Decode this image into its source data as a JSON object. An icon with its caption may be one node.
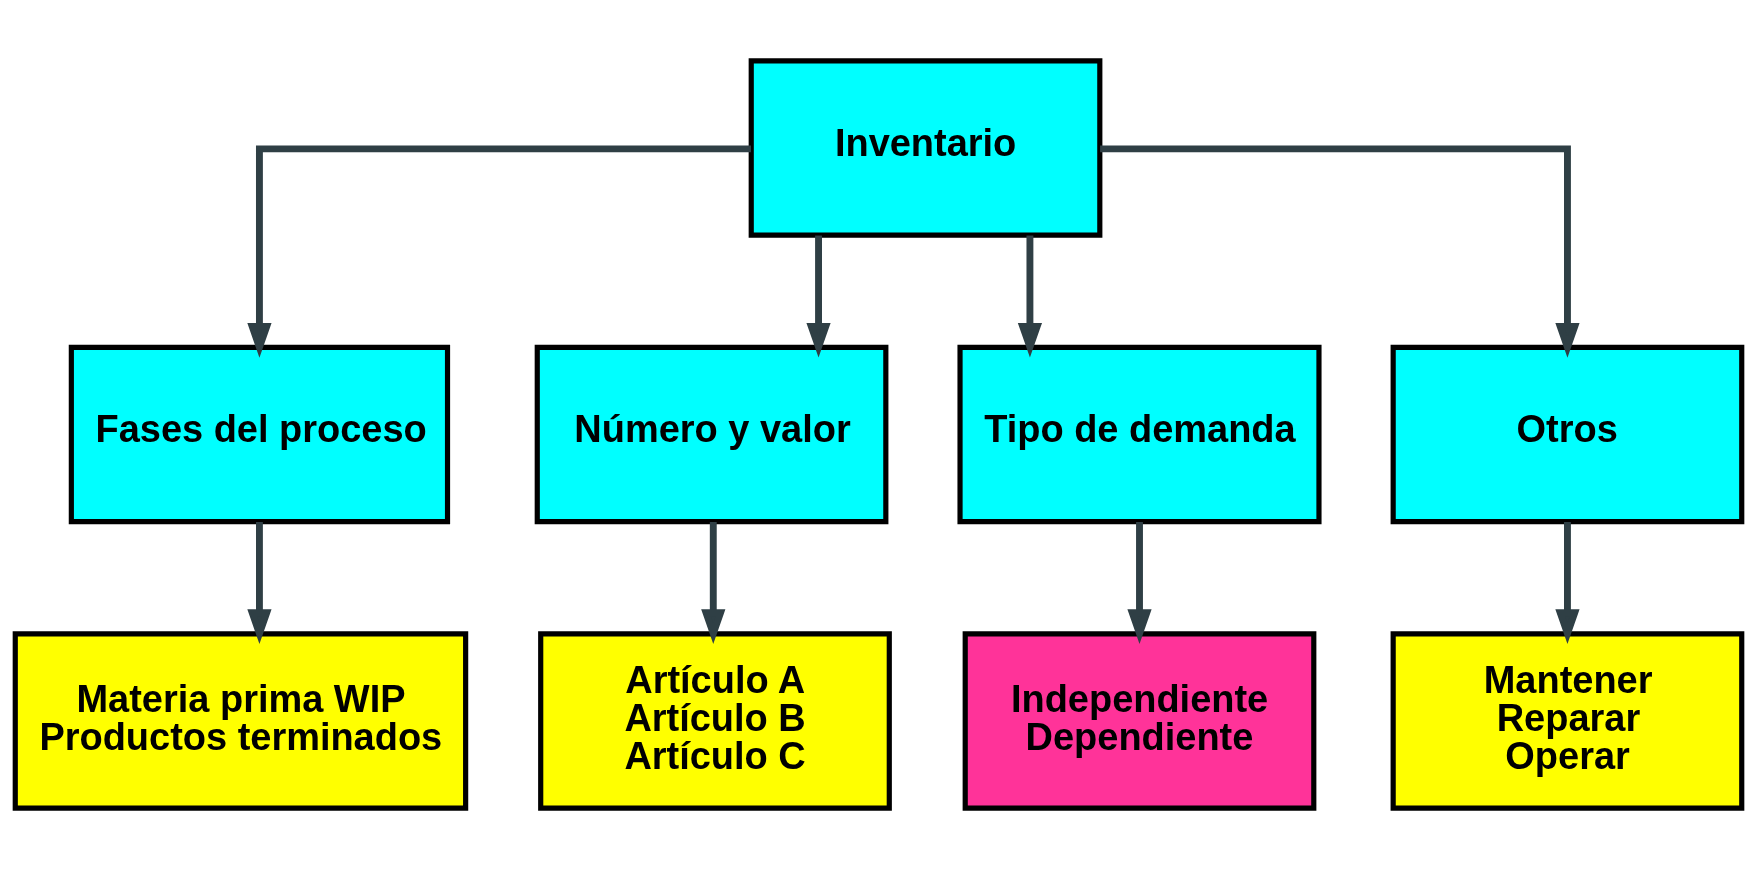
{
  "diagram": {
    "nodes": [
      {
        "text": [
          "Inventario"
        ]
      },
      {
        "text": [
          "Fases del proceso"
        ]
      },
      {
        "text": [
          "Número y valor"
        ]
      },
      {
        "text": [
          "Tipo de demanda"
        ]
      },
      {
        "text": [
          "Otros"
        ]
      },
      {
        "text": [
          "Materia prima WIP",
          "Productos terminados"
        ]
      },
      {
        "text": [
          "Artículo A",
          "Artículo B",
          "Artículo C"
        ]
      },
      {
        "text": [
          "Independiente",
          "Dependiente"
        ]
      },
      {
        "text": [
          "Mantener",
          "Reparar",
          "Operar"
        ]
      }
    ],
    "edges": [
      {
        "from": 0,
        "to": 1,
        "arrow": "to"
      },
      {
        "from": 0,
        "to": 2,
        "arrow": "to"
      },
      {
        "from": 0,
        "to": 3,
        "arrow": "to"
      },
      {
        "from": 0,
        "to": 4,
        "arrow": "to"
      },
      {
        "from": 1,
        "to": 5,
        "arrow": "to"
      },
      {
        "from": 2,
        "to": 6,
        "arrow": "to"
      },
      {
        "from": 3,
        "to": 7,
        "arrow": "to"
      },
      {
        "from": 4,
        "to": 8,
        "arrow": "to"
      }
    ]
  }
}
